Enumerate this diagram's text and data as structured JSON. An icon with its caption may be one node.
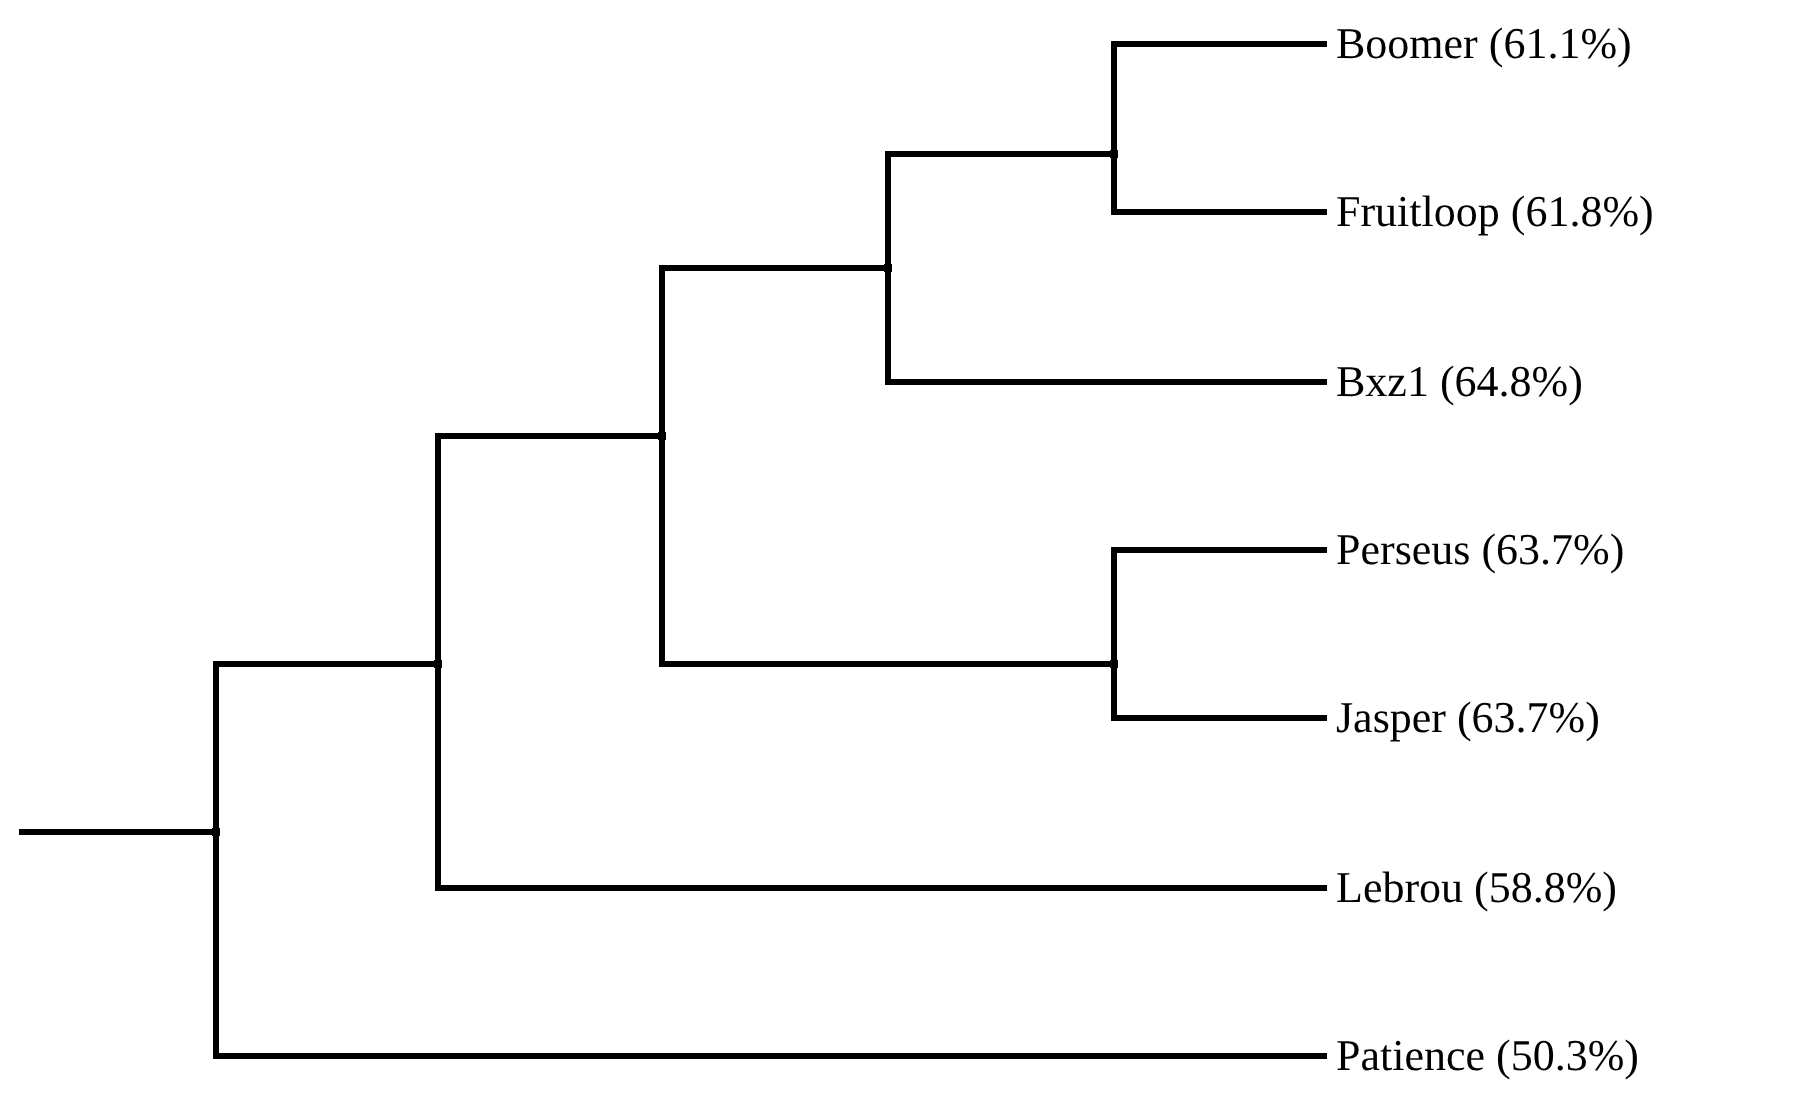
{
  "diagram": {
    "nodes": [
      {
        "text": [],
        "shape": "point"
      },
      {
        "text": [],
        "shape": "point"
      },
      {
        "text": [],
        "shape": "point"
      },
      {
        "text": [],
        "shape": "point"
      },
      {
        "text": [],
        "shape": "point"
      },
      {
        "text": [
          "Boomer (61.1%)"
        ]
      },
      {
        "text": [
          "Fruitloop (61.8%)"
        ]
      },
      {
        "text": [
          "Bxz1 (64.8%)"
        ]
      },
      {
        "text": [],
        "shape": "point"
      },
      {
        "text": [
          "Perseus (63.7%)"
        ]
      },
      {
        "text": [
          "Jasper (63.7%)"
        ]
      },
      {
        "text": [
          "Lebrou (58.8%)"
        ]
      },
      {
        "text": [
          "Patience (50.3%)"
        ]
      }
    ],
    "edges": [
      {
        "from": null,
        "to": 0,
        "arrow": "none"
      },
      {
        "from": 0,
        "to": 1,
        "arrow": "none"
      },
      {
        "from": 0,
        "to": 12,
        "arrow": "none"
      },
      {
        "from": 1,
        "to": 2,
        "arrow": "none"
      },
      {
        "from": 1,
        "to": 11,
        "arrow": "none"
      },
      {
        "from": 2,
        "to": 3,
        "arrow": "none"
      },
      {
        "from": 2,
        "to": 8,
        "arrow": "none"
      },
      {
        "from": 3,
        "to": 4,
        "arrow": "none"
      },
      {
        "from": 3,
        "to": 7,
        "arrow": "none"
      },
      {
        "from": 4,
        "to": 5,
        "arrow": "none"
      },
      {
        "from": 4,
        "to": 6,
        "arrow": "none"
      },
      {
        "from": 8,
        "to": 9,
        "arrow": "none"
      },
      {
        "from": 8,
        "to": 10,
        "arrow": "none"
      }
    ]
  }
}
